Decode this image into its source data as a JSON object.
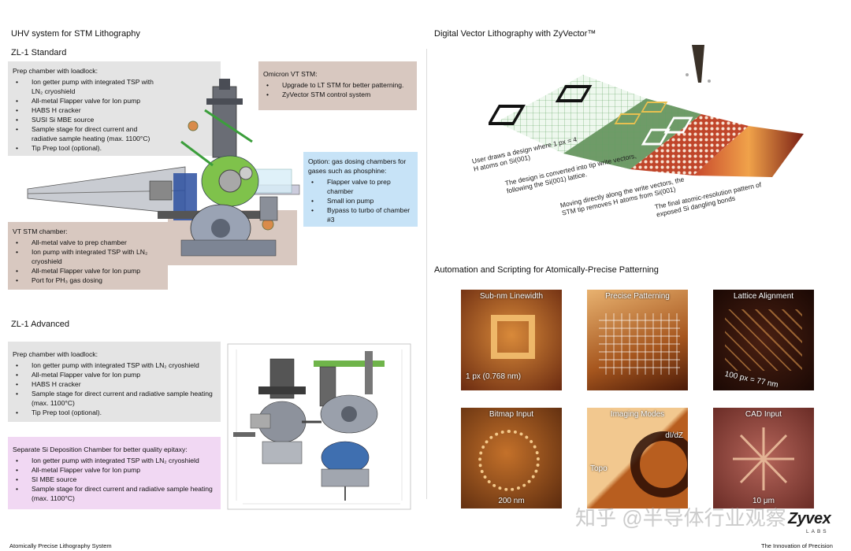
{
  "left": {
    "title": "UHV system for STM Lithography",
    "standard": {
      "heading": "ZL-1 Standard",
      "prep": {
        "title": "Prep chamber with loadlock:",
        "items": [
          "Ion getter pump with integrated TSP with LN₂ cryoshield",
          "All-metal Flapper valve for Ion pump",
          "HABS H cracker",
          "SUSI Si MBE source",
          "Sample stage for direct current and radiative sample heating (max. 1100°C)",
          "Tip Prep tool (optional)."
        ]
      },
      "omicron": {
        "title": "Omicron VT STM:",
        "items": [
          "Upgrade to LT STM for better patterning.",
          "ZyVector STM control system"
        ]
      },
      "option": {
        "title": "Option: gas dosing chambers for gases such as phosphine:",
        "items": [
          "Flapper valve to prep chamber",
          "Small ion pump",
          "Bypass to turbo of chamber #3"
        ]
      },
      "vt": {
        "title": "VT STM chamber:",
        "items": [
          "All-metal valve to prep chamber",
          "Ion pump with integrated TSP with LN₂ cryoshield",
          "All-metal Flapper valve for Ion pump",
          "Port for PH₃ gas dosing"
        ]
      }
    },
    "advanced": {
      "heading": "ZL-1 Advanced",
      "prep": {
        "title": "Prep chamber with loadlock:",
        "items": [
          "Ion getter pump with integrated TSP with LN₂ cryoshield",
          "All-metal Flapper valve for Ion pump",
          "HABS H cracker",
          "Sample stage for direct current and radiative sample heating (max. 1100°C)",
          "Tip Prep tool (optional)."
        ]
      },
      "si": {
        "title": "Separate Si Deposition Chamber for better quality epitaxy:",
        "items": [
          "Ion getter pump with integrated TSP with LN₂ cryoshield",
          "All-metal Flapper valve for Ion pump",
          "SI MBE source",
          "Sample stage for direct current and radiative sample heating (max. 1100°C)"
        ]
      }
    },
    "footer": "Atomically Precise Lithography System"
  },
  "right": {
    "title": "Digital Vector Lithography with ZyVector™",
    "captions": [
      "User draws a design where 1 px = 4 H atoms on Si(001)",
      "The design is converted into tip write vectors, following the Si(001) lattice.",
      "Moving directly along the write vectors, the STM tip removes H atoms from Si(001)",
      "The final atomic-resolution pattern of exposed Si dangling bonds"
    ],
    "automation_title": "Automation and Scripting for Atomically-Precise Patterning",
    "tiles": [
      {
        "title": "Sub-nm Linewidth",
        "label": "1 px (0.768 nm)"
      },
      {
        "title": "Precise Patterning",
        "label": ""
      },
      {
        "title": "Lattice Alignment",
        "label": "100 px = 77 nm"
      },
      {
        "title": "Bitmap Input",
        "label": "200 nm"
      },
      {
        "title": "Imaging Modes",
        "label_a": "dI/dZ",
        "label_b": "Topo"
      },
      {
        "title": "CAD Input",
        "label": "10 μm"
      }
    ],
    "brand": "Zyvex",
    "brand_sub": "LABS",
    "tagline": "The Innovation of Precision",
    "watermark": "知乎 @半导体行业观察"
  },
  "colors": {
    "grey_box": "#e4e4e4",
    "tan_box": "#d8c8c0",
    "blue_box": "#c7e3f7",
    "pink_box": "#f1d8f3"
  }
}
